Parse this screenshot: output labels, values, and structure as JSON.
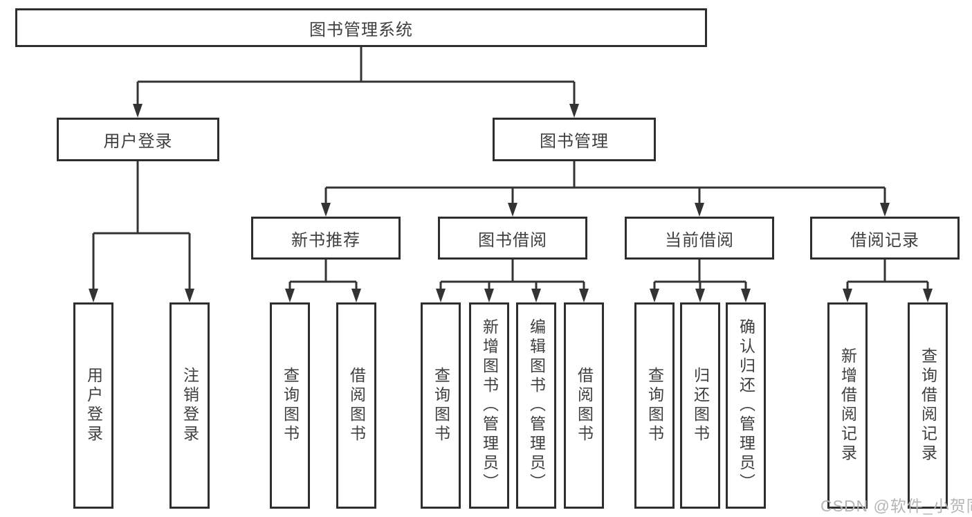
{
  "tree": {
    "root": "图书管理系统",
    "children": [
      {
        "label": "用户登录",
        "children": [
          {
            "label": "用户登录"
          },
          {
            "label": "注销登录"
          }
        ]
      },
      {
        "label": "图书管理",
        "children": [
          {
            "label": "新书推荐",
            "children": [
              {
                "label": "查询图书"
              },
              {
                "label": "借阅图书"
              }
            ]
          },
          {
            "label": "图书借阅",
            "children": [
              {
                "label": "查询图书"
              },
              {
                "label": "新增图书（管理员）"
              },
              {
                "label": "编辑图书（管理员）"
              },
              {
                "label": "借阅图书"
              }
            ]
          },
          {
            "label": "当前借阅",
            "children": [
              {
                "label": "查询图书"
              },
              {
                "label": "归还图书"
              },
              {
                "label": "确认归还（管理员）"
              }
            ]
          },
          {
            "label": "借阅记录",
            "children": [
              {
                "label": "新增借阅记录"
              },
              {
                "label": "查询借阅记录"
              }
            ]
          }
        ]
      }
    ]
  },
  "watermark": {
    "text": "CSDN @软件_小贺同学"
  },
  "colors": {
    "line": "#333333",
    "box_border": "#2e2e2e",
    "text": "#3f3f3f",
    "watermark": "#b5b5b5",
    "background": "#ffffff"
  }
}
